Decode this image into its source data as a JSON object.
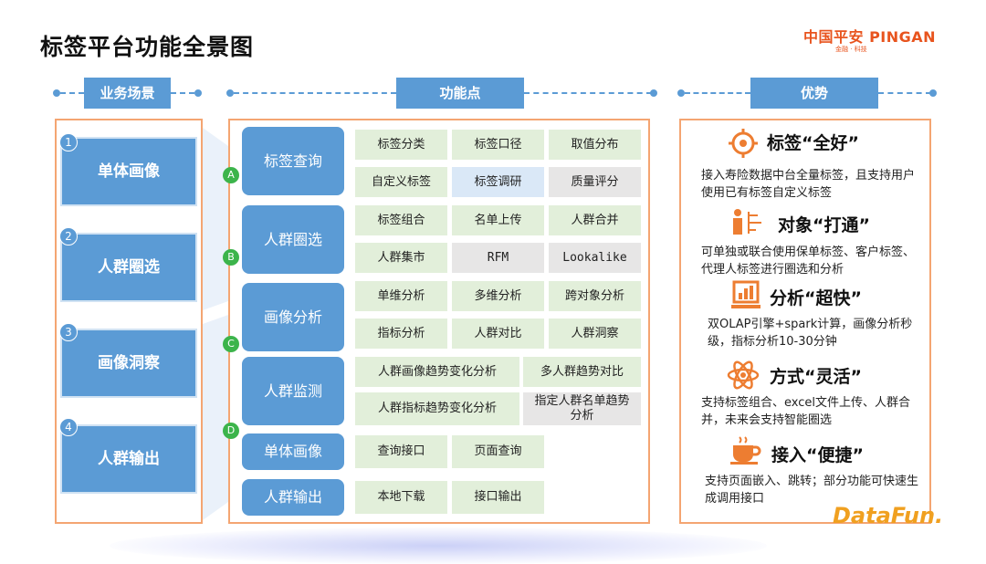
{
  "title": "标签平台功能全景图",
  "logo": {
    "main": "中国平安 PINGAN",
    "sub": "金融 · 科技"
  },
  "sections": {
    "business": "业务场景",
    "features": "功能点",
    "advantages": "优势"
  },
  "scenarios": [
    {
      "num": "1",
      "label": "单体画像"
    },
    {
      "num": "2",
      "label": "人群圈选"
    },
    {
      "num": "3",
      "label": "画像洞察"
    },
    {
      "num": "4",
      "label": "人群输出"
    }
  ],
  "letters": [
    "A",
    "B",
    "C",
    "D"
  ],
  "categories": [
    "标签查询",
    "人群圈选",
    "画像分析",
    "人群监测",
    "单体画像",
    "人群输出"
  ],
  "features": {
    "tag_query": [
      "标签分类",
      "标签口径",
      "取值分布",
      "自定义标签",
      "标签调研",
      "质量评分"
    ],
    "crowd_select": [
      "标签组合",
      "名单上传",
      "人群合并",
      "人群集市",
      "RFM",
      "Lookalike"
    ],
    "portrait_analysis": [
      "单维分析",
      "多维分析",
      "跨对象分析",
      "指标分析",
      "人群对比",
      "人群洞察"
    ],
    "crowd_monitor": [
      "人群画像趋势变化分析",
      "多人群趋势对比",
      "人群指标趋势变化分析",
      "指定人群名单趋势分析"
    ],
    "single_portrait": [
      "查询接口",
      "页面查询"
    ],
    "crowd_output": [
      "本地下载",
      "接口输出"
    ]
  },
  "advantages": [
    {
      "icon": "tag-settings-icon",
      "title": "标签“全好”",
      "text": "接入寿险数据中台全量标签，且支持用户使用已有标签自定义标签"
    },
    {
      "icon": "person-chart-icon",
      "title": "对象“打通”",
      "text": "可单独或联合使用保单标签、客户标签、代理人标签进行圈选和分析"
    },
    {
      "icon": "analysis-board-icon",
      "title": "分析“超快”",
      "text": "双OLAP引擎+spark计算，画像分析秒级，指标分析10-30分钟"
    },
    {
      "icon": "atom-icon",
      "title": "方式“灵活”",
      "text": "支持标签组合、excel文件上传、人群合并，未来会支持智能圈选"
    },
    {
      "icon": "coffee-cup-icon",
      "title": "接入“便捷”",
      "text": "支持页面嵌入、跳转；部分功能可快速生成调用接口"
    }
  ],
  "watermark": "DataFun.",
  "colors": {
    "primary": "#5b9bd5",
    "orange": "#f4a572",
    "green_cell": "#e2efda",
    "gray_cell": "#e7e6e6",
    "blue_cell": "#dae8f7",
    "badge": "#3cb44b"
  }
}
